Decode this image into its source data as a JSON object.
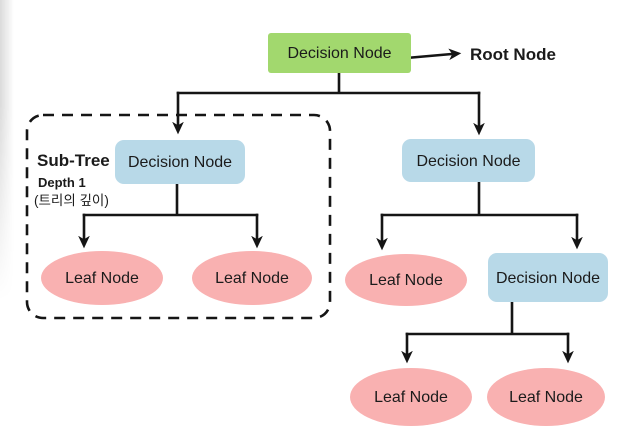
{
  "colors": {
    "root_fill": "#a2d86e",
    "decision_fill": "#b8d9e8",
    "leaf_fill": "#f9b1b1",
    "annotation_red": "#d6281e",
    "line": "#151515"
  },
  "tree": {
    "root": {
      "label": "Decision Node",
      "annotation": "Root Node"
    },
    "sub_tree": {
      "title": "Sub-Tree",
      "depth_label": "Depth 1",
      "depth_caption": "(트리의 깊이)",
      "decision": {
        "label": "Decision Node"
      },
      "leaves": [
        {
          "label": "Leaf Node"
        },
        {
          "label": "Leaf Node"
        }
      ]
    },
    "right_branch": {
      "decision": {
        "label": "Decision Node"
      },
      "leaf": {
        "label": "Leaf Node"
      },
      "sub_decision": {
        "label": "Decision Node"
      },
      "leaves": [
        {
          "label": "Leaf Node"
        },
        {
          "label": "Leaf Node"
        }
      ]
    }
  }
}
